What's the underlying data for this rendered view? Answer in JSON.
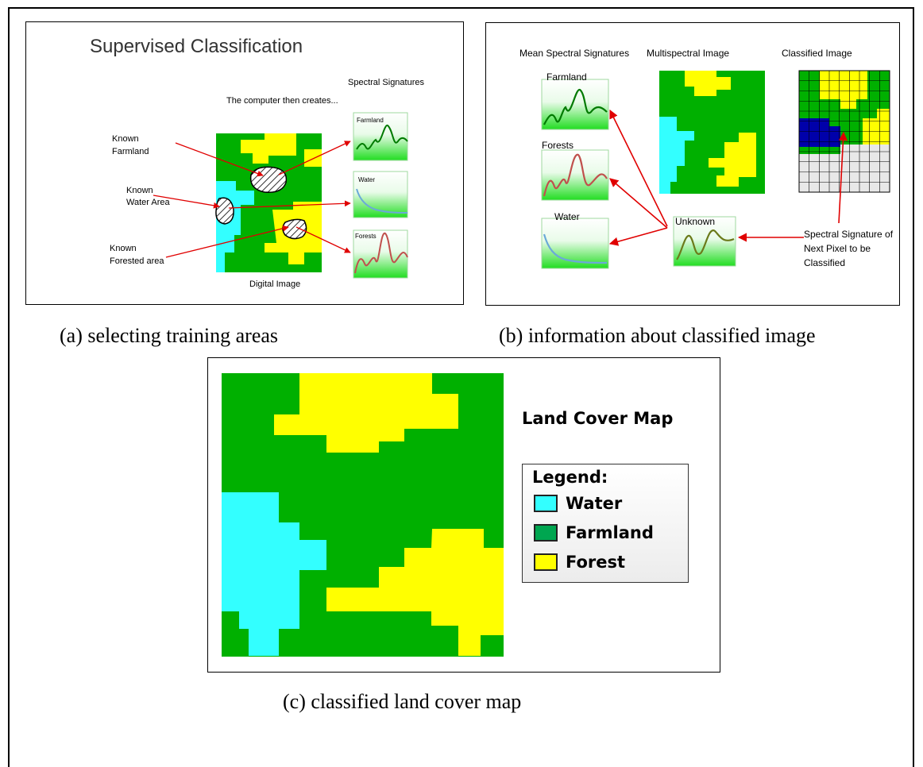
{
  "colors": {
    "water": "#33ffff",
    "farmland": "#00b000",
    "forest": "#ffff00",
    "arrow": "#e00000",
    "legend_farmland": "#00a650"
  },
  "panel_a": {
    "title": "Supervised Classification",
    "spectral_signatures_label": "Spectral Signatures",
    "computer_creates": "The computer then creates...",
    "known_farmland_1": "Known",
    "known_farmland_2": "Farmland",
    "known_water_1": "Known",
    "known_water_2": "Water Area",
    "known_forest_1": "Known",
    "known_forest_2": "Forested area",
    "digital_image": "Digital Image",
    "sig_farmland": "Farmland",
    "sig_water": "Water",
    "sig_forests": "Forests"
  },
  "panel_b": {
    "mean_signatures": "Mean Spectral Signatures",
    "multispectral_image": "Multispectral Image",
    "classified_image": "Classified Image",
    "farmland": "Farmland",
    "forests": "Forests",
    "water": "Water",
    "unknown": "Unknown",
    "next_pixel_1": "Spectral Signature of",
    "next_pixel_2": "Next Pixel to be",
    "next_pixel_3": "Classified"
  },
  "panel_c": {
    "title": "Land Cover Map",
    "legend_title": "Legend:",
    "legend_items": [
      {
        "label": "Water"
      },
      {
        "label": "Farmland"
      },
      {
        "label": "Forest"
      }
    ]
  },
  "captions": {
    "a": "(a)  selecting training areas",
    "b": "(b) information about classified image",
    "c": "(c)  classified land cover map"
  }
}
